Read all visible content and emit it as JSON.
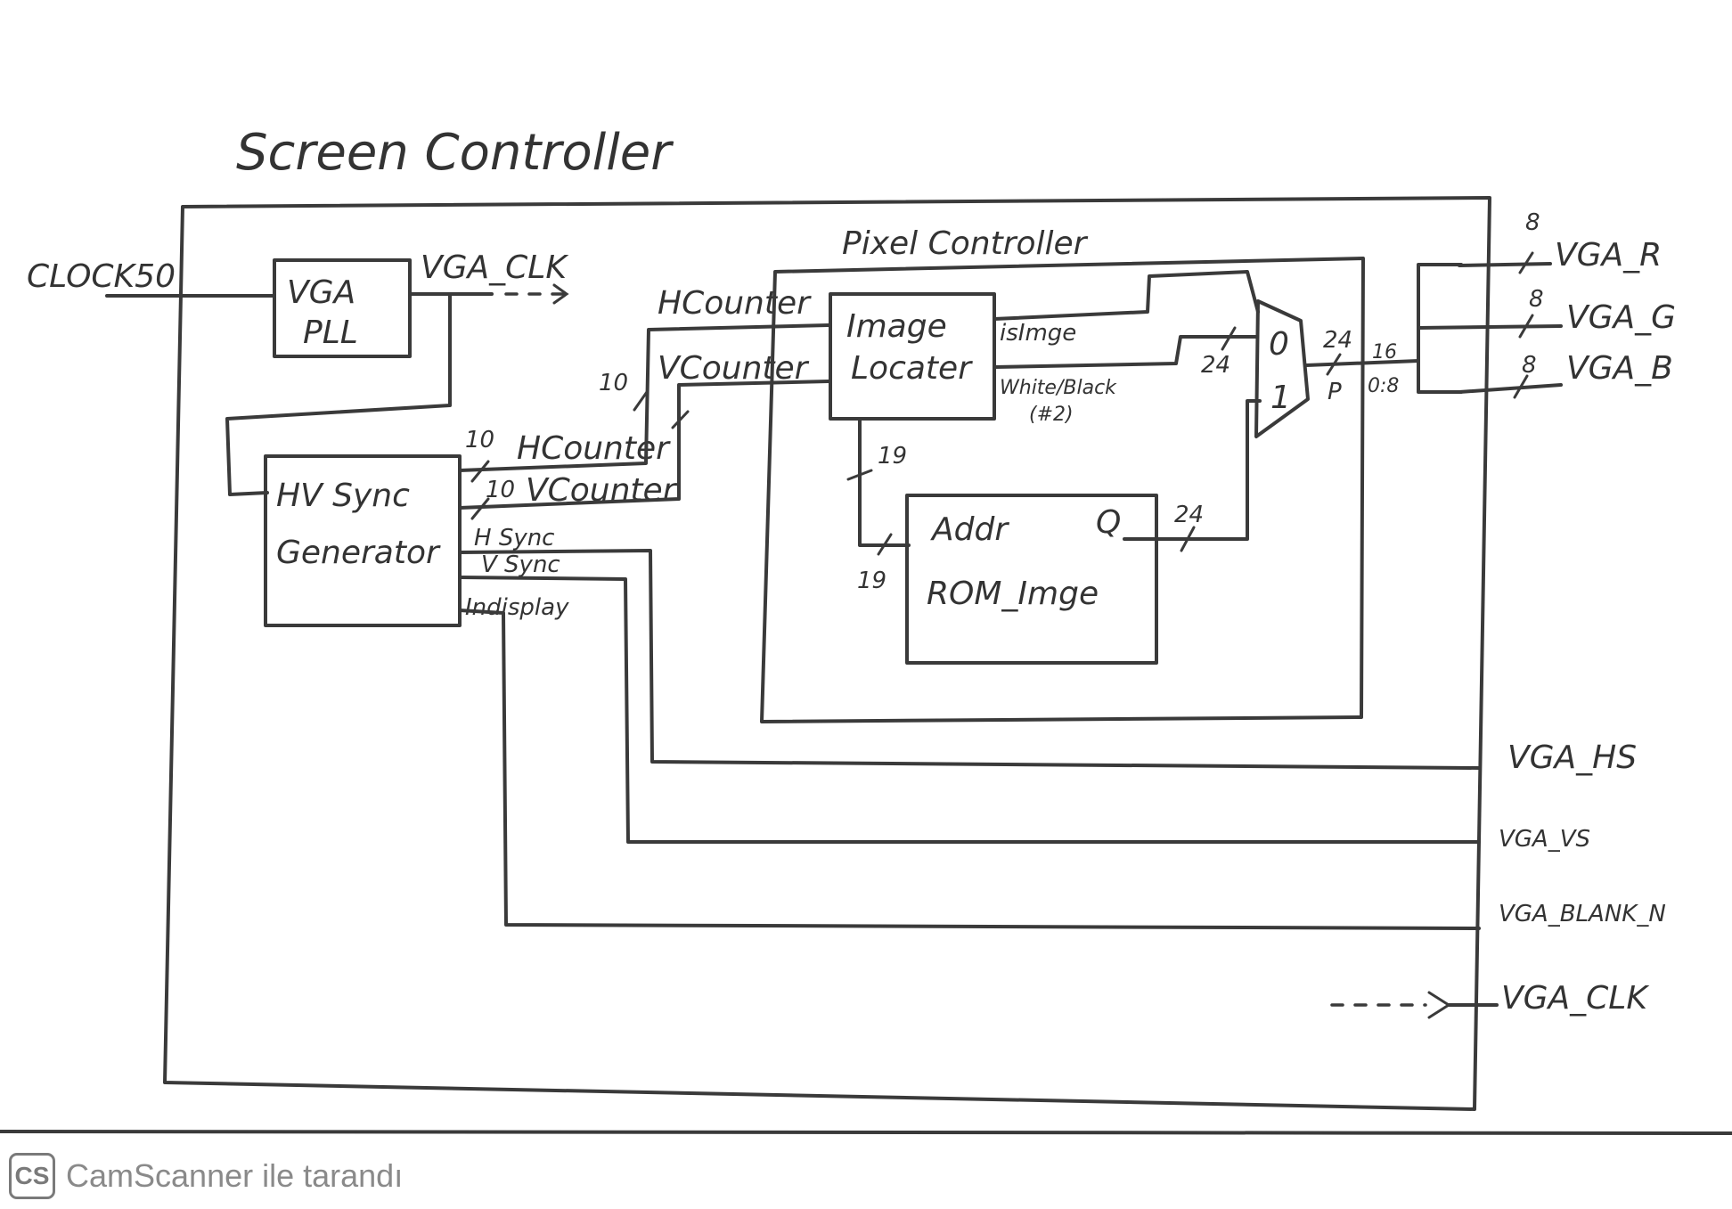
{
  "title": "Screen Controller",
  "blocks": {
    "vga_pll": [
      "VGA",
      "PLL"
    ],
    "hv_sync": [
      "HV Sync",
      "Generator"
    ],
    "pixel_controller": "Pixel Controller",
    "image_locater": [
      "Image",
      "Locater"
    ],
    "rom_image": "ROM_Imge",
    "rom_addr": "Addr",
    "rom_q": "Q",
    "mux_in0": "0",
    "mux_in1": "1"
  },
  "signals": {
    "clock_in": "CLOCK50",
    "vga_clk_internal": "VGA_CLK",
    "hcount_top": "HCounter",
    "vcount_top": "VCounter",
    "hcount_gen": "HCounter",
    "vcount_gen": "VCounter",
    "hsync": "H Sync",
    "vsync": "V Sync",
    "indisplay": "Indisplay",
    "isimage": "isImge",
    "white_black": "White/Black",
    "white_black_width": "(#2)"
  },
  "bus_widths": {
    "pll_hcount": "10",
    "gen_vcount": "10",
    "gen_hcount": "10",
    "locater_addr": "19",
    "rom_addr": "19",
    "rom_q": "24",
    "mux_in0": "24",
    "mux_out": "24",
    "mux_out_p": "P",
    "out_r": "8",
    "out_g": "8",
    "out_b": "8",
    "split_hi": "16",
    "split_lo": "0:8"
  },
  "outputs": [
    "VGA_R",
    "VGA_G",
    "VGA_B",
    "VGA_HS",
    "VGA_VS",
    "VGA_BLANK_N",
    "VGA_CLK"
  ],
  "footer": {
    "logo": "CS",
    "text": "CamScanner ile tarandı"
  }
}
